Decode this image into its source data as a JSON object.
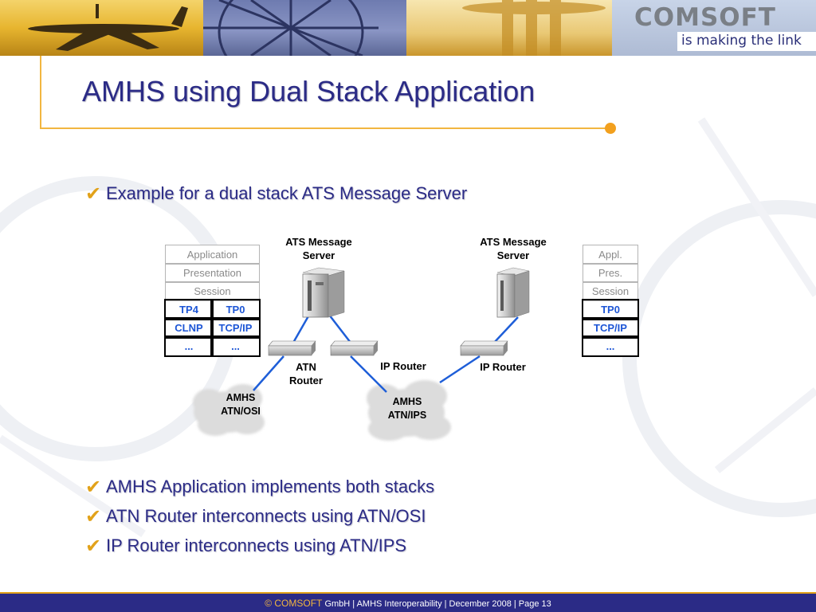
{
  "header": {
    "logo_word": "COMSOFT",
    "logo_tagline": "is making the link"
  },
  "title": "AMHS using Dual Stack Application",
  "bullets": [
    "Example for a dual stack ATS Message Server",
    "AMHS Application implements both stacks",
    "ATN Router interconnects using ATN/OSI",
    "IP Router interconnects using ATN/IPS"
  ],
  "diagram": {
    "left_stack": {
      "grey_rows": [
        "Application",
        "Presentation",
        "Session"
      ],
      "blue_rows": [
        [
          "TP4",
          "TP0"
        ],
        [
          "CLNP",
          "TCP/IP"
        ],
        [
          "...",
          "..."
        ]
      ]
    },
    "right_stack": {
      "grey_rows": [
        "Appl.",
        "Pres.",
        "Session"
      ],
      "blue_rows": [
        "TP0",
        "TCP/IP",
        "..."
      ]
    },
    "server_left_label": [
      "ATS Message",
      "Server"
    ],
    "server_right_label": [
      "ATS Message",
      "Server"
    ],
    "atn_router_label": [
      "ATN",
      "Router"
    ],
    "ip_router_middle_label": "IP Router",
    "ip_router_right_label": "IP Router",
    "cloud_osi_label": [
      "AMHS",
      "ATN/OSI"
    ],
    "cloud_ips_label": [
      "AMHS",
      "ATN/IPS"
    ],
    "link_color": "#1e5ed8"
  },
  "footer": {
    "brand": "© COMSOFT",
    "text": " GmbH | AMHS Interoperability | December 2008 | Page 13"
  },
  "colors": {
    "title": "#2b2b86",
    "accent": "#f2b640",
    "check": "#e2a21a",
    "footer_bg": "#2b2b86"
  }
}
